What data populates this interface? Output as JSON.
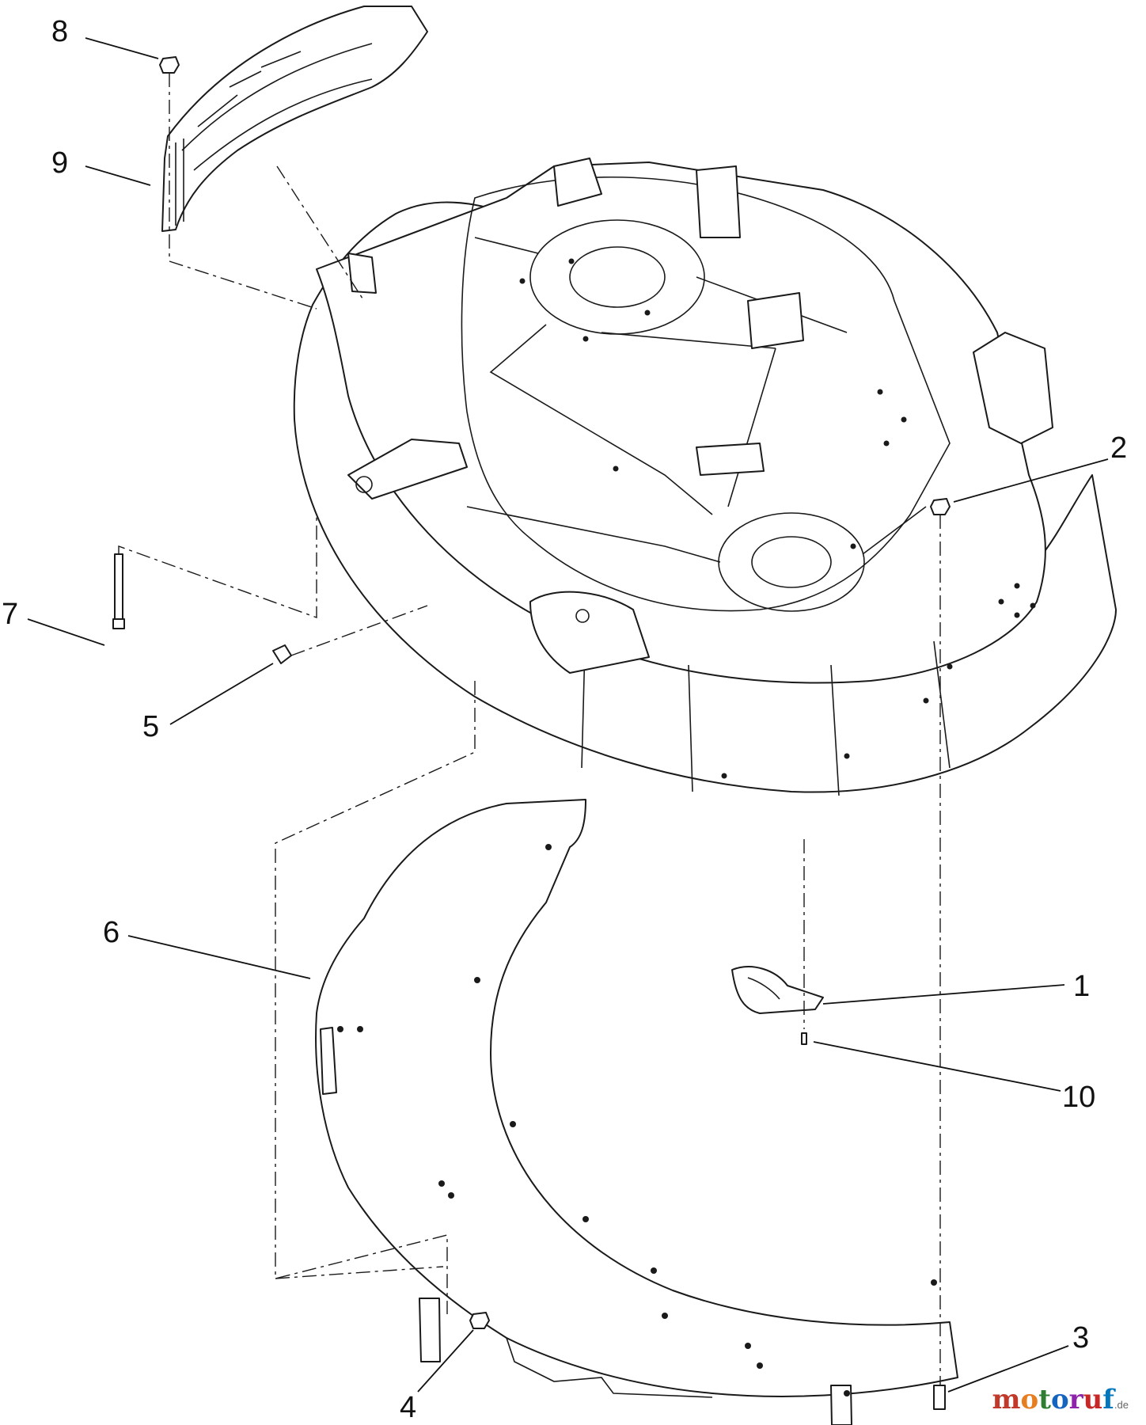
{
  "diagram": {
    "callouts": [
      "1",
      "2",
      "3",
      "4",
      "5",
      "6",
      "7",
      "8",
      "9",
      "10"
    ]
  },
  "watermark": {
    "letters": [
      "m",
      "o",
      "t",
      "o",
      "r",
      "u",
      "f"
    ],
    "suffix": ".de",
    "colors": [
      "#c0392b",
      "#e67e22",
      "#2e7d32",
      "#1565c0",
      "#8e24aa",
      "#c62828",
      "#0277bd"
    ]
  }
}
